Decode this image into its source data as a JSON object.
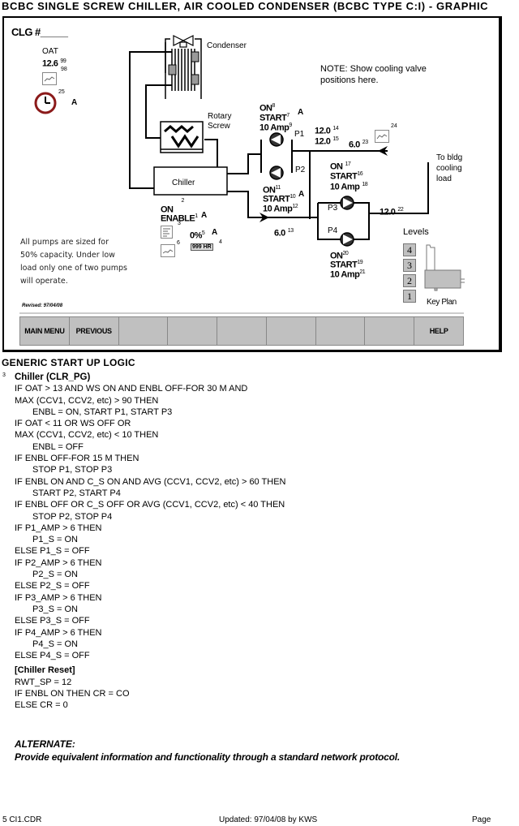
{
  "header": {
    "title": "BCBC SINGLE SCREW CHILLER, AIR COOLED CONDENSER (BCBC TYPE C:I)  -  GRAPHIC"
  },
  "graphic": {
    "clg_label": "CLG #_____",
    "oat": {
      "label": "OAT",
      "value": "12.6",
      "ref": "99",
      "trend_ref": "98"
    },
    "schedule": {
      "ref": "25",
      "mode": "A"
    },
    "condenser_label": "Condenser",
    "compressor_label": [
      "Rotary",
      "Screw"
    ],
    "chiller_label": "Chiller",
    "note": [
      "NOTE: Show cooling valve",
      "positions here."
    ],
    "chiller_status": {
      "status": "ON",
      "status_ref": "2",
      "command": "ENABLE",
      "command_ref": "1",
      "mode": "A",
      "report_ref": "3",
      "load": "0%",
      "load_ref": "5",
      "load_mode": "A",
      "runtime": "999 HR",
      "runtime_ref": "4",
      "trend_ref": "6"
    },
    "pumps": [
      {
        "name": "P1",
        "status": "ON",
        "status_ref": "8",
        "command": "START",
        "command_ref": "7",
        "mode": "A",
        "amps": "10 Amp",
        "amps_ref": "9"
      },
      {
        "name": "P2",
        "status": "ON",
        "status_ref": "11",
        "command": "START",
        "command_ref": "10",
        "mode": "A",
        "amps": "10 Amp",
        "amps_ref": "12"
      },
      {
        "name": "P3",
        "status": "ON",
        "status_ref": "17",
        "command": "START",
        "command_ref": "16",
        "amps": "10 Amp",
        "amps_ref": "18"
      },
      {
        "name": "P4",
        "status": "ON",
        "status_ref": "20",
        "command": "START",
        "command_ref": "19",
        "amps": "10 Amp",
        "amps_ref": "21"
      }
    ],
    "temps": {
      "rwt": {
        "value": "12.0",
        "ref": "14"
      },
      "rwt_sp": {
        "value": "12.0",
        "ref": "15"
      },
      "return_temp": {
        "value": "6.0",
        "ref": "23"
      },
      "return_trend_ref": "24",
      "supply": {
        "value": "6.0",
        "ref": "13"
      },
      "bldg_supply": {
        "value": "12.0",
        "ref": "22"
      }
    },
    "bldg_label": [
      "To bldg",
      "cooling",
      "load"
    ],
    "levels_label": "Levels",
    "levels": [
      "4",
      "3",
      "2",
      "1"
    ],
    "key_plan_label": "Key Plan",
    "pump_note": [
      "All pumps are sized for",
      "50% capacity. Under low",
      "load only one of two pumps",
      "will operate."
    ],
    "revised": "Revised: 97/04/08"
  },
  "buttons": [
    "MAIN MENU",
    "PREVIOUS",
    "",
    "",
    "",
    "",
    "",
    "",
    "HELP"
  ],
  "logic": {
    "heading": "GENERIC START UP LOGIC",
    "ref": "3",
    "subheading": "Chiller (CLR_PG)",
    "lines": [
      {
        "text": "IF OAT > 13 AND WS ON AND ENBL OFF-FOR 30 M AND",
        "indent": false
      },
      {
        "text": "MAX (CCV1, CCV2, etc) > 90 THEN",
        "indent": false
      },
      {
        "text": "ENBL = ON, START P1, START P3",
        "indent": true
      },
      {
        "text": "IF OAT < 11 OR WS OFF OR",
        "indent": false
      },
      {
        "text": "MAX (CCV1, CCV2, etc) < 10 THEN",
        "indent": false
      },
      {
        "text": "ENBL = OFF",
        "indent": true
      },
      {
        "text": "IF ENBL OFF-FOR 15 M THEN",
        "indent": false
      },
      {
        "text": "STOP P1, STOP P3",
        "indent": true
      },
      {
        "text": "IF ENBL ON AND C_S ON AND AVG (CCV1, CCV2, etc) > 60 THEN",
        "indent": false
      },
      {
        "text": "START P2, START P4",
        "indent": true
      },
      {
        "text": "IF ENBL OFF OR C_S OFF OR AVG (CCV1, CCV2, etc) < 40 THEN",
        "indent": false
      },
      {
        "text": "STOP P2, STOP P4",
        "indent": true
      },
      {
        "text": "IF P1_AMP > 6 THEN",
        "indent": false
      },
      {
        "text": "P1_S = ON",
        "indent": true
      },
      {
        "text": "ELSE P1_S = OFF",
        "indent": false
      },
      {
        "text": "IF P2_AMP > 6 THEN",
        "indent": false
      },
      {
        "text": "P2_S = ON",
        "indent": true
      },
      {
        "text": "ELSE P2_S = OFF",
        "indent": false
      },
      {
        "text": "IF P3_AMP > 6 THEN",
        "indent": false
      },
      {
        "text": "P3_S = ON",
        "indent": true
      },
      {
        "text": "ELSE P3_S = OFF",
        "indent": false
      },
      {
        "text": "IF P4_AMP > 6 THEN",
        "indent": false
      },
      {
        "text": "P4_S = ON",
        "indent": true
      },
      {
        "text": "ELSE P4_S = OFF",
        "indent": false
      }
    ],
    "reset_heading": "[Chiller Reset]",
    "reset_lines": [
      "RWT_SP = 12",
      "IF ENBL ON THEN CR = CO",
      "ELSE CR = 0"
    ],
    "alternate_heading": "ALTERNATE:",
    "alternate_text": "Provide equivalent information and functionality through a standard network protocol."
  },
  "footer": {
    "left": "5  CI1.CDR",
    "center": "Updated: 97/04/08 by KWS",
    "right": "Page"
  }
}
